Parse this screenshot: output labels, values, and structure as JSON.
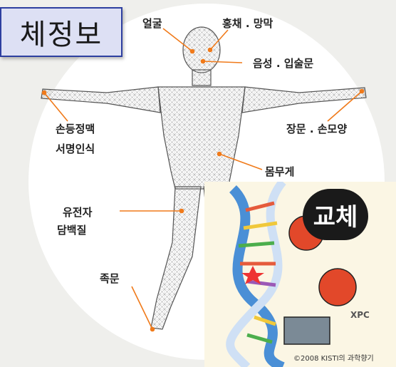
{
  "title": "체정보",
  "labels": {
    "face": "얼굴",
    "iris": "홍채 . 망막",
    "voice": "음성 . 입술문",
    "hand_vein": "손등정맥",
    "signature": "서명인식",
    "palm": "장문 . 손모양",
    "weight": "몸무게",
    "gene": "유전자",
    "protein": "담백질",
    "foot": "족문"
  },
  "inset": {
    "bubble_text": "교체",
    "protein_name": "XPC",
    "copyright": "©2008 KISTI의 과학향기"
  },
  "colors": {
    "title_border": "#2d3fa0",
    "title_fill": "#dde0f4",
    "pointer": "#f07a1a"
  }
}
